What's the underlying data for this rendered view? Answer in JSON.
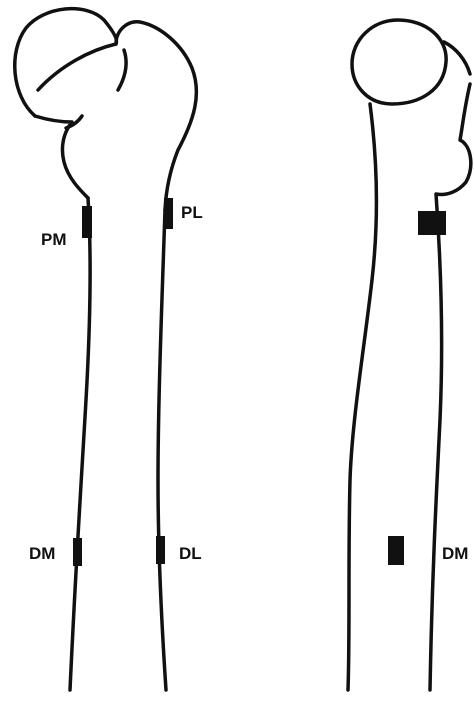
{
  "labels": {
    "proximal_medial": "PM",
    "proximal_lateral": "PL",
    "distal_medial": "DM",
    "distal_lateral": "DL",
    "right_view_distal": "DM"
  },
  "colors": {
    "stroke": "#111111",
    "background": "#ffffff"
  }
}
